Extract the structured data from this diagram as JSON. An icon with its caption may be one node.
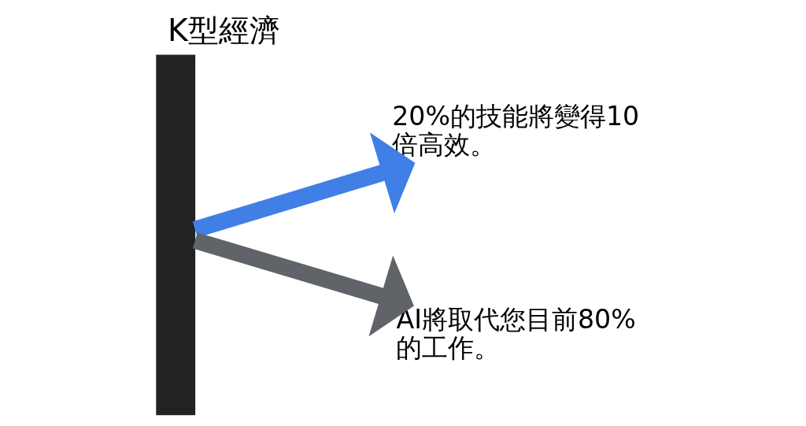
{
  "diagram": {
    "title": "K型經濟",
    "nodes": [
      {
        "text": [],
        "shape": "bar"
      },
      {
        "text": [
          "20%的技能將變得10倍高效。"
        ]
      },
      {
        "text": [
          "AI將取代您目前80%的工作。"
        ]
      }
    ],
    "edges": [
      {
        "from": 0,
        "to": 1,
        "arrow": "to",
        "color": "#3f7fe6"
      },
      {
        "from": 0,
        "to": 2,
        "arrow": "to",
        "color": "#606368"
      }
    ]
  }
}
